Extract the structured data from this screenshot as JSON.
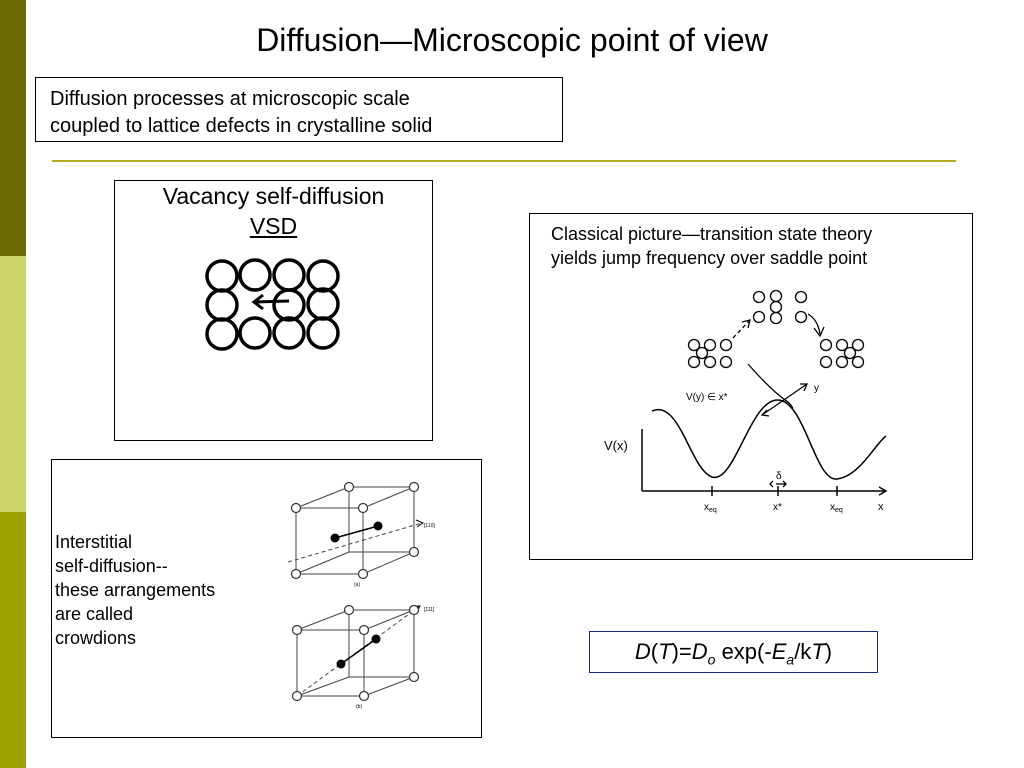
{
  "title": "Diffusion—Microscopic point of view",
  "intro": {
    "line1": "Diffusion processes at microscopic scale",
    "line2": "coupled to lattice defects in crystalline solid"
  },
  "vacancy": {
    "title": "Vacancy self-diffusion",
    "abbrev": "VSD"
  },
  "interstitial": {
    "lines": [
      "Interstitial",
      "self-diffusion--",
      "these arrangements",
      "are called",
      "crowdions"
    ],
    "figure_labels": {
      "top_direction": "[110]",
      "top_caption": "(a)",
      "bottom_direction": "[111]",
      "bottom_caption": "(b)"
    }
  },
  "classical": {
    "line1": "Classical picture—transition state theory",
    "line2": "yields jump frequency over saddle point",
    "graph_labels": {
      "potential": "V(x)",
      "potential_at_saddle": "V(y) ∈ x*",
      "y": "y",
      "delta": "δ",
      "x_eq_left": "x",
      "x_eq_left_sub": "eq",
      "x_star": "x*",
      "x_eq_right": "x",
      "x_eq_right_sub": "eq",
      "x_axis": "x"
    }
  },
  "formula": {
    "D": "D",
    "T": "T",
    "equals": "=",
    "D0": "D",
    "D0_sub": "o",
    "exp_open": " exp(-",
    "E": "E",
    "E_sub": "a",
    "slash_k": "/k",
    "T2": "T",
    "close": ")"
  }
}
